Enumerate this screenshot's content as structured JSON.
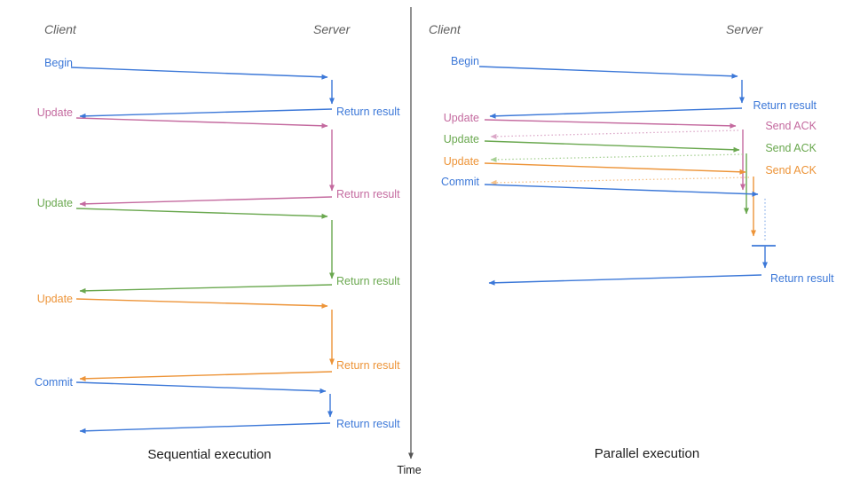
{
  "colors": {
    "blue": "#3c78d8",
    "pink": "#c46a9f",
    "green": "#6aa84f",
    "orange": "#ed9438",
    "blue_light": "#8fb4ec",
    "pink_light": "#dba8c8",
    "green_light": "#a6d093",
    "orange_light": "#f6c187",
    "axis": "#555555",
    "header_text": "#5f5f5f",
    "title_text": "#1c1c1c"
  },
  "time_axis": {
    "label": "Time"
  },
  "left_diagram": {
    "title": "Sequential execution",
    "client": "Client",
    "server": "Server",
    "messages": [
      {
        "label": "Begin",
        "response": "Return result"
      },
      {
        "label": "Update",
        "response": "Return result"
      },
      {
        "label": "Update",
        "response": "Return result"
      },
      {
        "label": "Update",
        "response": "Return result"
      },
      {
        "label": "Commit",
        "response": "Return result"
      }
    ]
  },
  "right_diagram": {
    "title": "Parallel execution",
    "client": "Client",
    "server": "Server",
    "messages": [
      {
        "label": "Begin",
        "response": "Return result"
      },
      {
        "label": "Update",
        "response": "Send ACK"
      },
      {
        "label": "Update",
        "response": "Send ACK"
      },
      {
        "label": "Update",
        "response": "Send ACK"
      },
      {
        "label": "Commit",
        "response": "Return result"
      }
    ]
  }
}
